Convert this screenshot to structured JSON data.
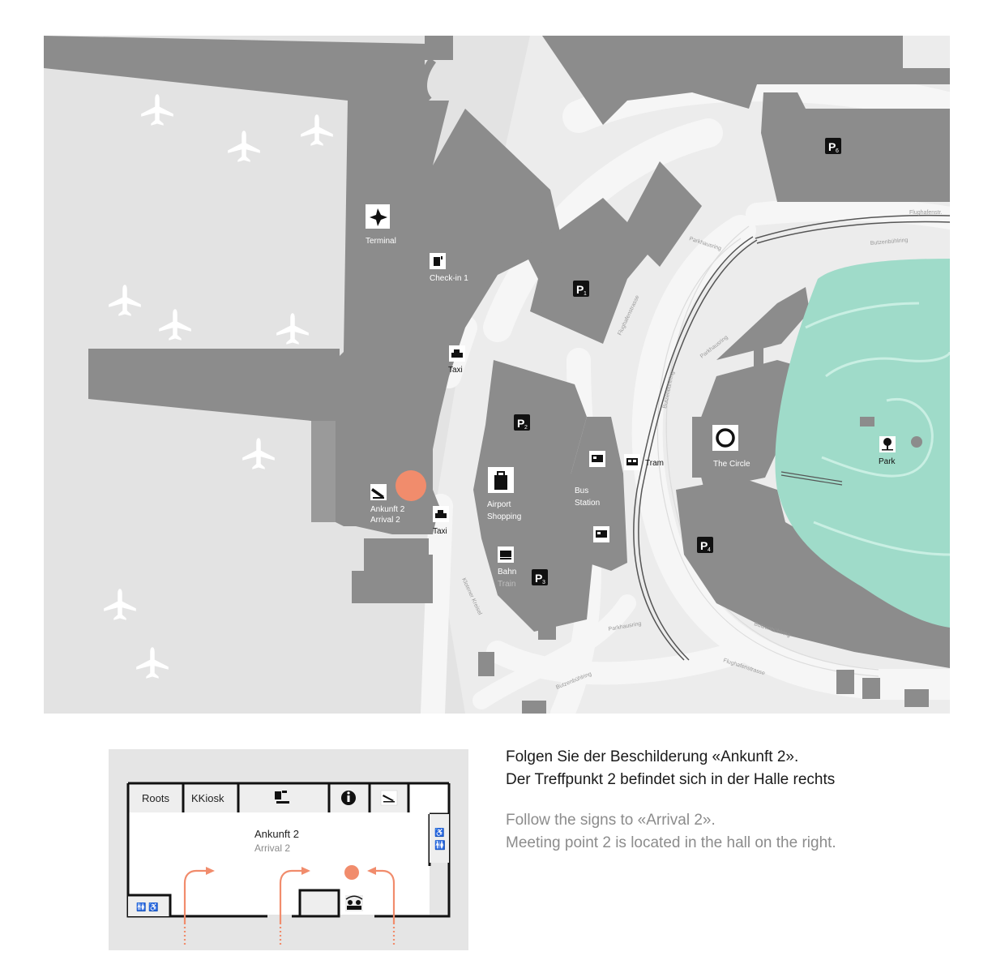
{
  "map": {
    "labels": {
      "terminal": "Terminal",
      "checkin": "Check-in 1",
      "taxi_upper": "Taxi",
      "taxi_lower": "Taxi",
      "arrival_de": "Ankunft 2",
      "arrival_en": "Arrival 2",
      "shopping_1": "Airport",
      "shopping_2": "Shopping",
      "bus_1": "Bus",
      "bus_2": "Station",
      "tram": "Tram",
      "circle": "The Circle",
      "park": "Park",
      "train_de": "Bahn",
      "train_en": "Train"
    },
    "parking": [
      "P1",
      "P2",
      "P3",
      "P4",
      "P6"
    ],
    "road_labels": {
      "flughafenstr_top": "Flughafenstr.",
      "butzenbuelring_top": "Butzenbühlring",
      "parkhaus_1": "Parkhausring",
      "flughafenstr_mid": "Flughafenstrasse",
      "parkhaus_2": "Parkhausring",
      "butzenbuel_mid": "Butzenbühlring",
      "kloten": "Klotener Kreisel",
      "parkhaus_3": "Parkhausring",
      "butzen_bottom": "Butzenbühlring",
      "flughafenstr_bottom": "Flughafenstrasse",
      "butzen_right": "Butzenbühlring"
    },
    "colors": {
      "apron": "#e3e3e3",
      "building": "#8c8c8c",
      "road": "#f1f1f1",
      "park": "#9fdbc9",
      "meeting_point": "#f18c6c"
    }
  },
  "floorplan": {
    "shops": [
      "Roots",
      "KKiosk"
    ],
    "hall_de": "Ankunft 2",
    "hall_en": "Arrival 2",
    "icons": [
      "checkin-icon",
      "info-icon",
      "arrival-icon",
      "wc-icon",
      "meeting-icon"
    ]
  },
  "instructions": {
    "de_line1": "Folgen Sie der Beschilderung «Ankunft 2».",
    "de_line2": "Der Treffpunkt 2 befindet sich in der Halle rechts",
    "en_line1": "Follow the signs to «Arrival 2».",
    "en_line2": "Meeting point 2 is located in the hall on the right."
  }
}
